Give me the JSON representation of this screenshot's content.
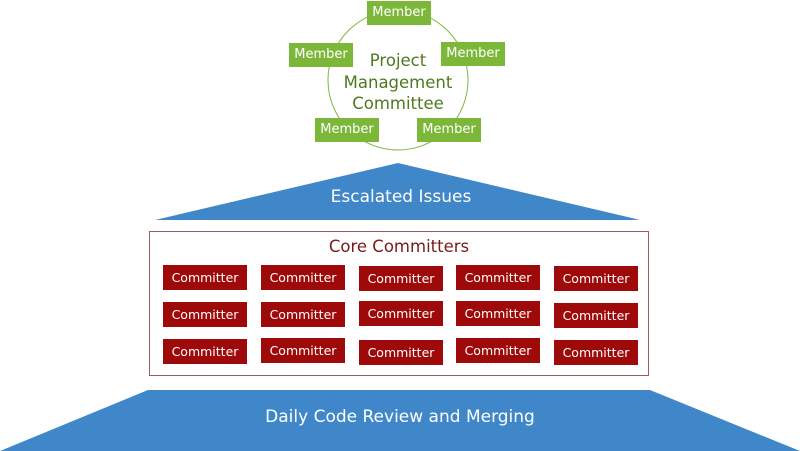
{
  "pmc": {
    "title_lines": [
      "Project",
      "Management",
      "Committee"
    ],
    "members": [
      "Member",
      "Member",
      "Member",
      "Member",
      "Member"
    ]
  },
  "escalated": {
    "label": "Escalated Issues"
  },
  "core": {
    "title": "Core Committers",
    "rows": [
      [
        "Committer",
        "Committer",
        "Committer",
        "Committer",
        "Committer"
      ],
      [
        "Committer",
        "Committer",
        "Committer",
        "Committer",
        "Committer"
      ],
      [
        "Committer",
        "Committer",
        "Committer",
        "Committer",
        "Committer"
      ]
    ]
  },
  "daily": {
    "label": "Daily Code Review and Merging"
  },
  "colors": {
    "member_green": "#7db73a",
    "pmc_text_green": "#4d7a1e",
    "band_blue": "#3f87c8",
    "committer_red": "#9e0a0a",
    "core_title_red": "#7a1a1a"
  }
}
